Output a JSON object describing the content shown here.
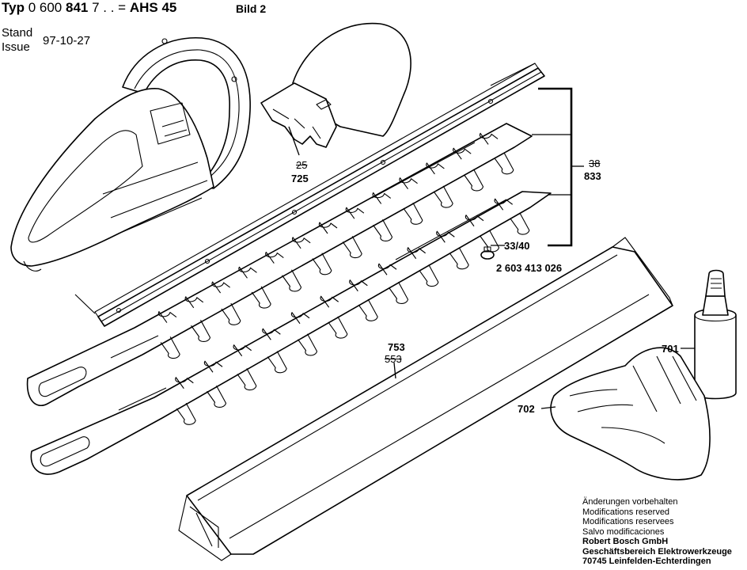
{
  "header": {
    "typ_label": "Typ",
    "type_number_prefix": "0 600",
    "type_number_bold": "841",
    "type_number_suffix": "7 . . =",
    "model": "AHS 45",
    "bild": "Bild 2",
    "stand_label": "Stand",
    "issue_label": "Issue",
    "date": "97-10-27"
  },
  "parts": {
    "p725_old": "25",
    "p725": "725",
    "p833_old": "38",
    "p833": "833",
    "p33_40": "33/40",
    "p_screw": "2 603 413 026",
    "p753": "753",
    "p753_old": "553",
    "p701": "701",
    "p702": "702"
  },
  "footer": {
    "line1": "Änderungen vorbehalten",
    "line2": "Modifications reserved",
    "line3": "Modifications reservees",
    "line4": "Salvo modificaciones",
    "company": "Robert Bosch GmbH",
    "division": "Geschäftsbereich Elektrowerkzeuge",
    "address": "70745 Leinfelden-Echterdingen"
  }
}
